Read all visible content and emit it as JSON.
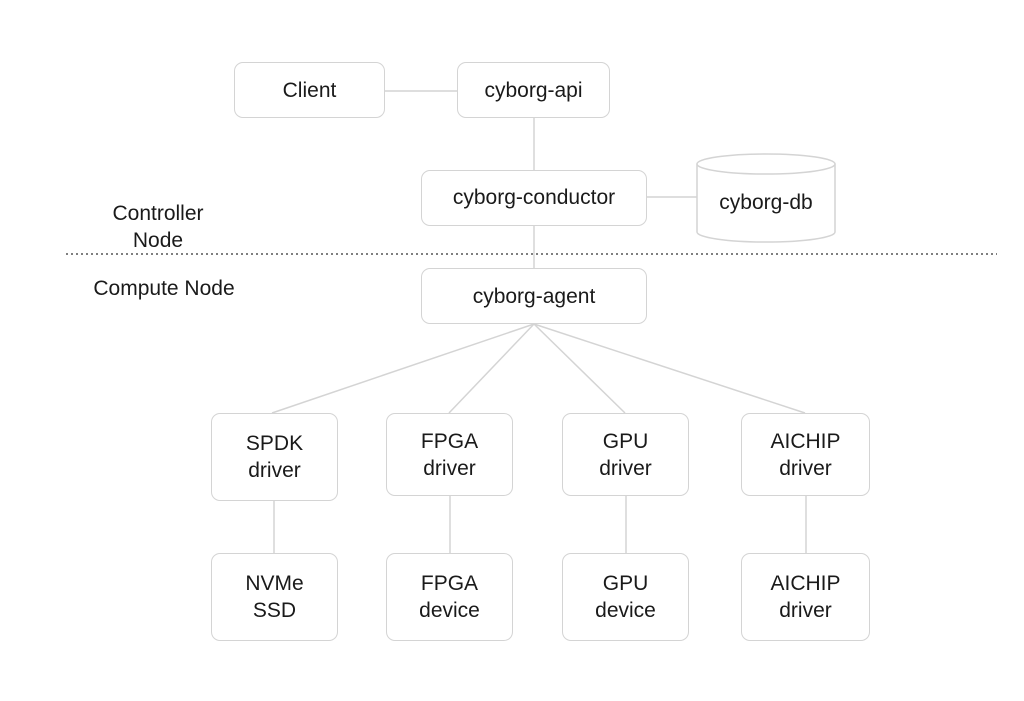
{
  "nodes": {
    "client": "Client",
    "api": "cyborg-api",
    "conductor": "cyborg-conductor",
    "db": "cyborg-db",
    "agent": "cyborg-agent",
    "spdk_driver": [
      "SPDK",
      "driver"
    ],
    "fpga_driver": [
      "FPGA",
      "driver"
    ],
    "gpu_driver": [
      "GPU",
      "driver"
    ],
    "aichip_driver": [
      "AICHIP",
      "driver"
    ],
    "nvme_ssd": [
      "NVMe",
      "SSD"
    ],
    "fpga_device": [
      "FPGA",
      "device"
    ],
    "gpu_device": [
      "GPU",
      "device"
    ],
    "aichip_device": [
      "AICHIP",
      "driver"
    ]
  },
  "labels": {
    "controller_node": [
      "Controller",
      "Node"
    ],
    "compute_node": "Compute Node"
  },
  "colors": {
    "line": "#d4d4d4",
    "border": "#d4d4d4",
    "separator": "#555555",
    "text": "#1a1a1a"
  }
}
